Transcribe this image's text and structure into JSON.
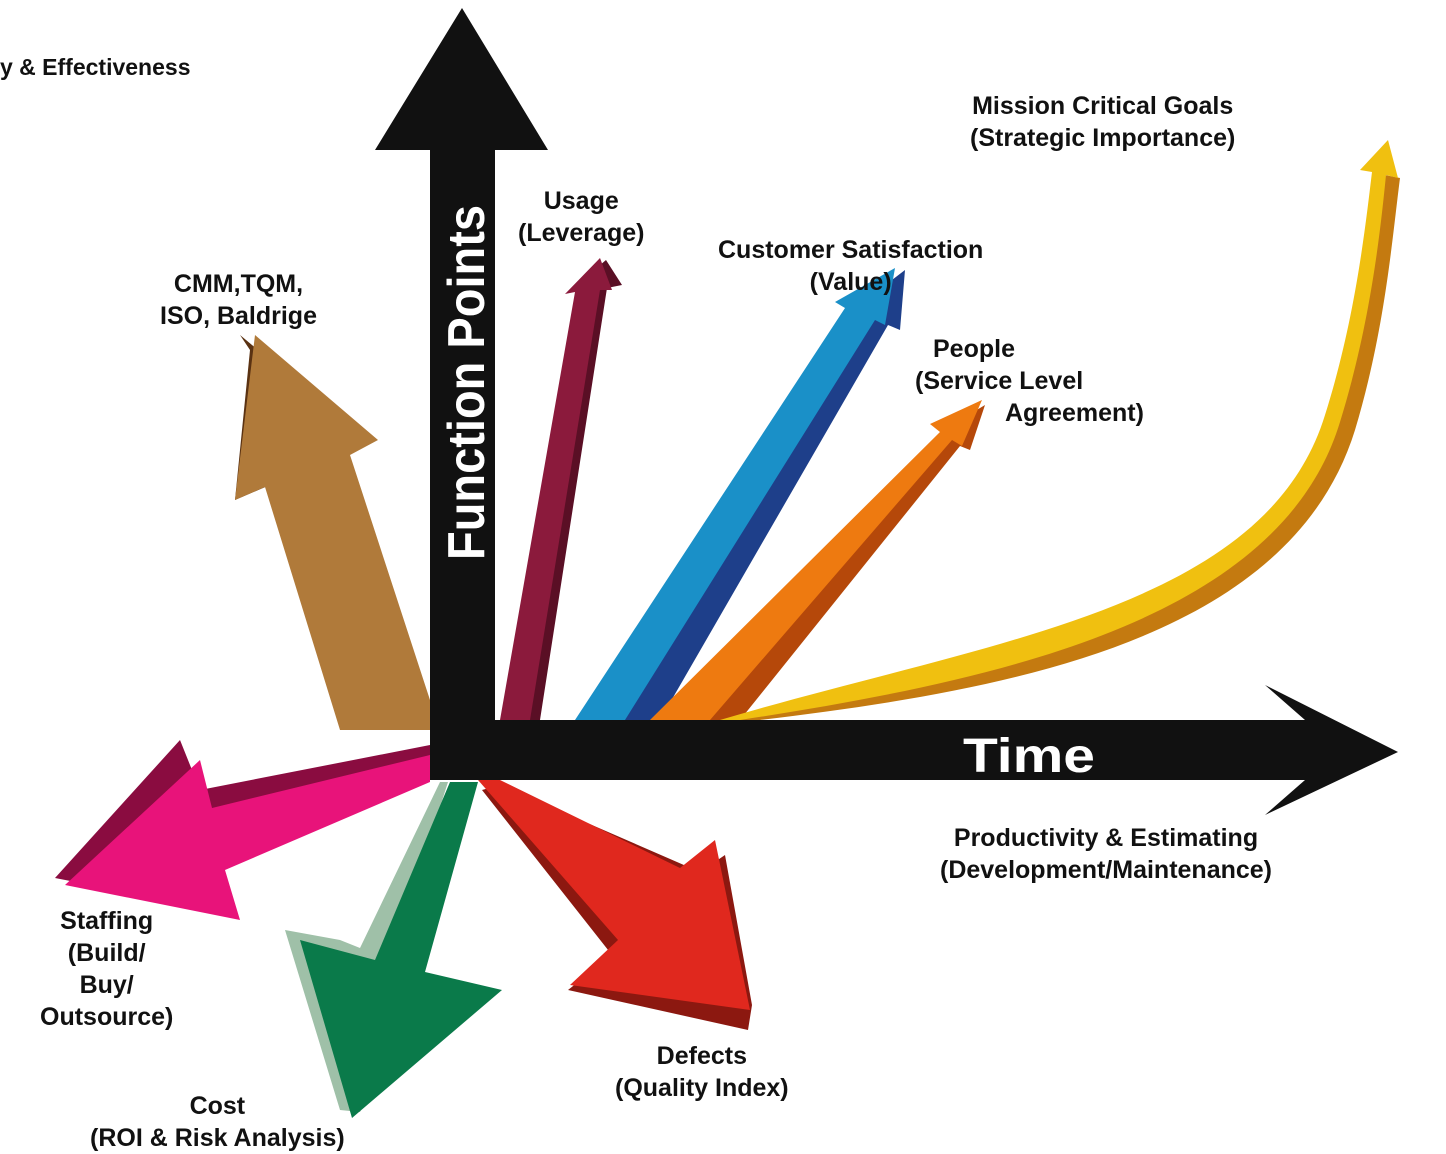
{
  "title": "y & Effectiveness",
  "axes": {
    "vertical_label": "Function Points",
    "horizontal_label": "Time"
  },
  "arrows": [
    {
      "id": "mission",
      "lines": [
        "Mission Critical Goals",
        "(Strategic Importance)"
      ],
      "color": "#f0c010"
    },
    {
      "id": "usage",
      "lines": [
        "Usage",
        "(Leverage)"
      ],
      "color": "#8b1a3c"
    },
    {
      "id": "customer",
      "lines": [
        "Customer Satisfaction",
        "(Value)"
      ],
      "color": "#1a90c8"
    },
    {
      "id": "cmm",
      "lines": [
        "CMM,TQM,",
        "ISO, Baldrige"
      ],
      "color": "#b07a3a"
    },
    {
      "id": "people",
      "lines": [
        "People",
        "(Service Level",
        "Agreement)"
      ],
      "color": "#ee7a10"
    },
    {
      "id": "productivity",
      "lines": [
        "Productivity & Estimating",
        "(Development/Maintenance)"
      ],
      "color": "#111111"
    },
    {
      "id": "staffing",
      "lines": [
        "Staffing",
        "(Build/",
        "Buy/",
        "Outsource)"
      ],
      "color": "#e8137a"
    },
    {
      "id": "cost",
      "lines": [
        "Cost",
        "(ROI & Risk Analysis)"
      ],
      "color": "#0a7a4a"
    },
    {
      "id": "defects",
      "lines": [
        "Defects",
        "(Quality Index)"
      ],
      "color": "#e0281e"
    }
  ]
}
